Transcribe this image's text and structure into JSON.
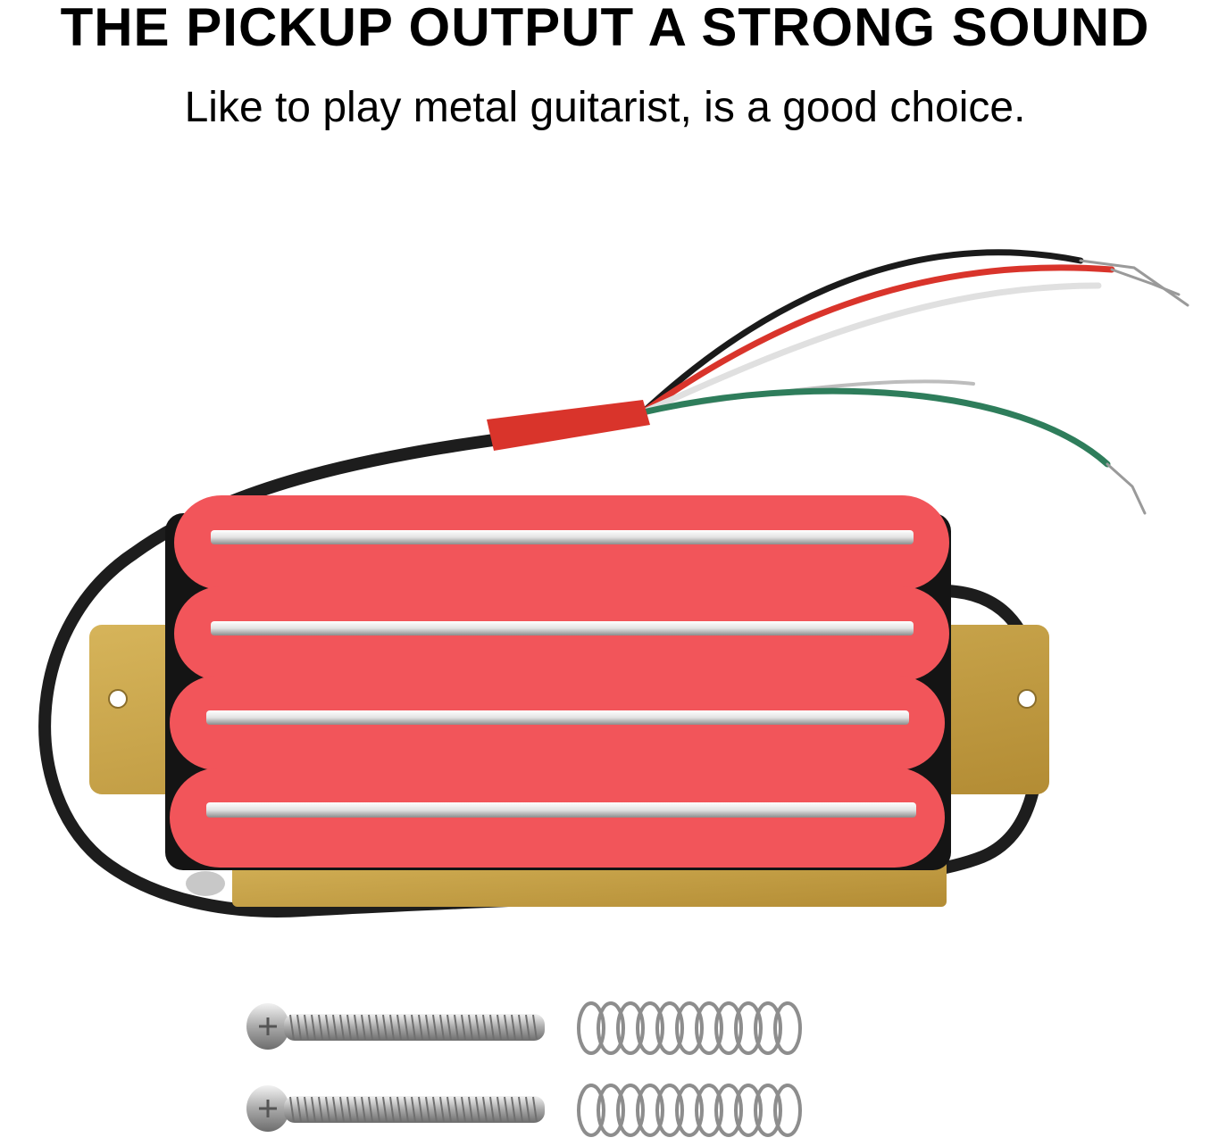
{
  "headline": "THE PICKUP OUTPUT A STRONG SOUND",
  "subline": "Like to play metal guitarist, is a good choice.",
  "product": {
    "rail_count": 4,
    "screw_count": 2,
    "spring_count": 2,
    "colors": {
      "bobbin": "#f2555a",
      "baseplate": "#c9a44c",
      "cable": "#1d1d1d",
      "wire_black": "#1a1a1a",
      "wire_red": "#d9342b",
      "wire_white": "#e8e8e8",
      "wire_green": "#2e7d5b",
      "rail": "#e9e9e9"
    }
  }
}
